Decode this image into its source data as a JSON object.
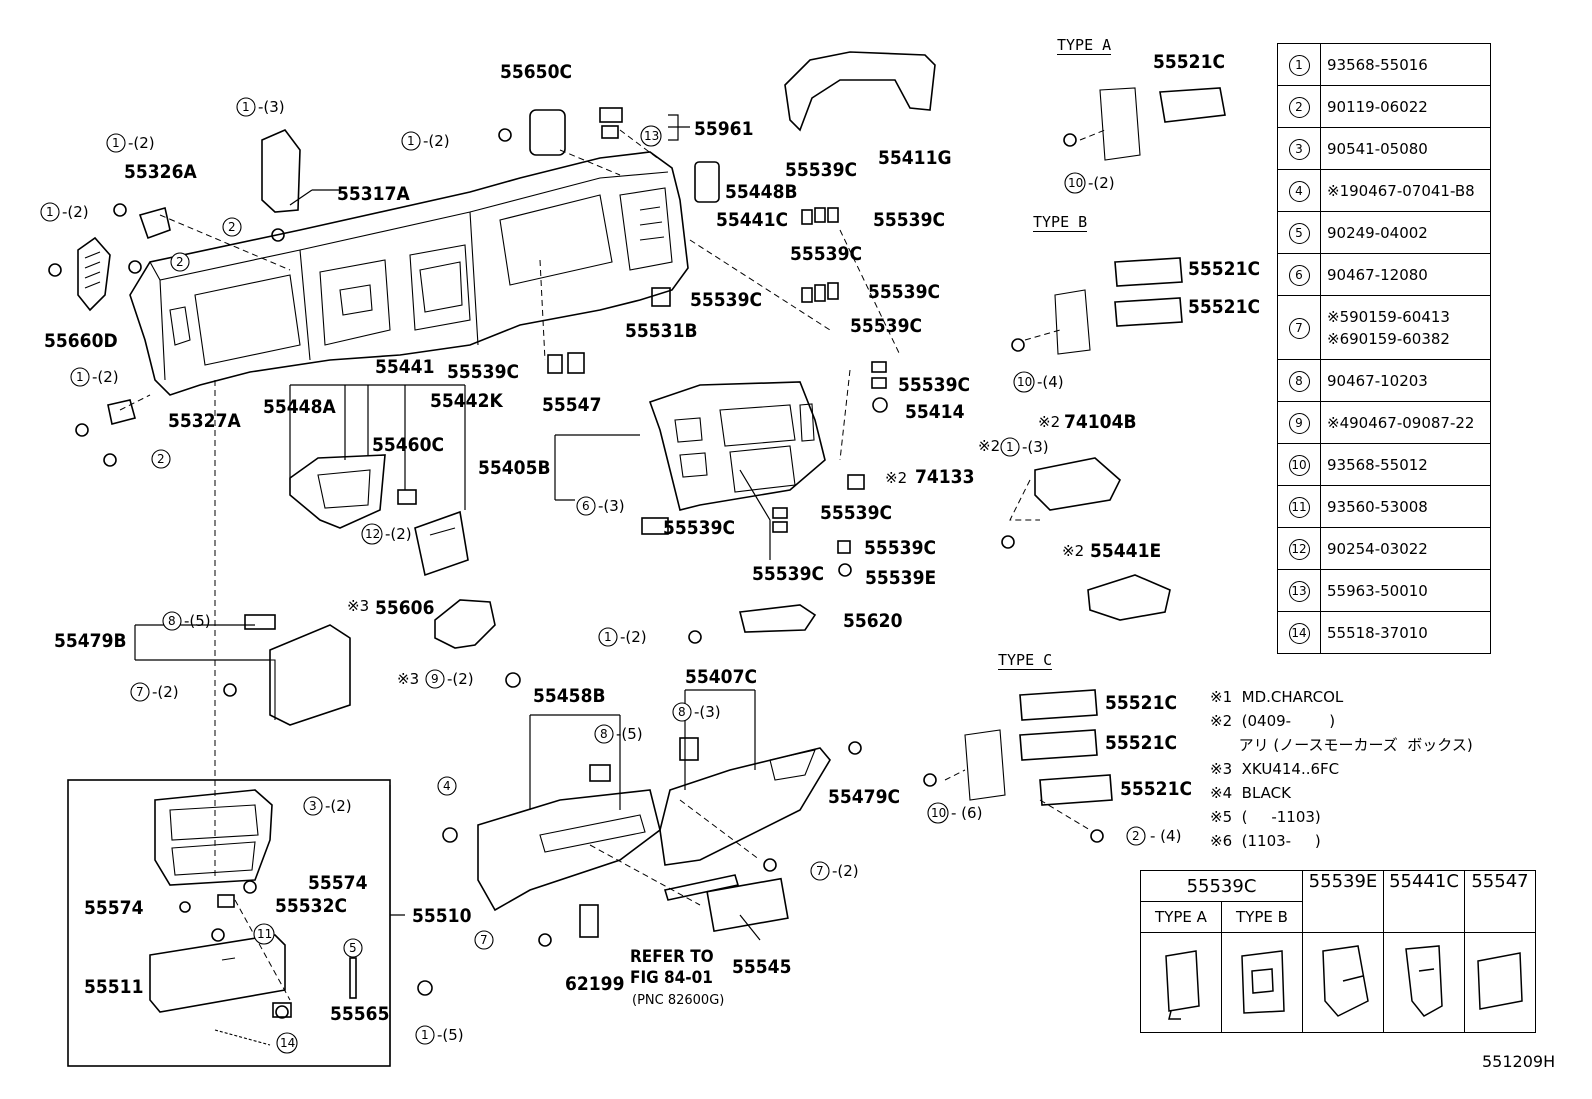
{
  "labels": {
    "p55650C": "55650C",
    "p55961": "55961",
    "p55411G": "55411G",
    "p55448B": "55448B",
    "p55539C_a": "55539C",
    "p55539C_b": "55539C",
    "p55539C_c": "55539C",
    "p55539C_d": "55539C",
    "p55539C_e": "55539C",
    "p55539C_f": "55539C",
    "p55539C_g": "55539C",
    "p55539C_h": "55539C",
    "p55539C_i": "55539C",
    "p55539C_j": "55539C",
    "p55539C_k": "55539C",
    "p55441C": "55441C",
    "p55531B": "55531B",
    "p55414": "55414",
    "p55326A": "55326A",
    "p55317A": "55317A",
    "p55660D": "55660D",
    "p55327A": "55327A",
    "p55441": "55441",
    "p55442K": "55442K",
    "p55448A": "55448A",
    "p55460C": "55460C",
    "p55547": "55547",
    "p55405B": "55405B",
    "p74133": "74133",
    "p55539E": "55539E",
    "p55620": "55620",
    "p55606": "55606",
    "p55479B": "55479B",
    "p55458B": "55458B",
    "p55407C": "55407C",
    "p55479C": "55479C",
    "p55574_a": "55574",
    "p55574_b": "55574",
    "p55532C": "55532C",
    "p55510": "55510",
    "p55511": "55511",
    "p55565": "55565",
    "p62199": "62199",
    "p55545": "55545",
    "p74104B": "74104B",
    "p55441E": "55441E",
    "p55521C_a": "55521C",
    "p55521C_b": "55521C",
    "p55521C_c": "55521C",
    "p55521C_d": "55521C",
    "p55521C_e": "55521C",
    "p55521C_f": "55521C",
    "refer1": "REFER TO",
    "refer2": "FIG 84-01",
    "refer3": "(PNC 82600G)"
  },
  "types": {
    "a": "TYPE A",
    "b": "TYPE B",
    "c": "TYPE C"
  },
  "parts_table": [
    {
      "no": "1",
      "part": "93568-55016"
    },
    {
      "no": "2",
      "part": "90119-06022"
    },
    {
      "no": "3",
      "part": "90541-05080"
    },
    {
      "no": "4",
      "part": "※190467-07041-B8"
    },
    {
      "no": "5",
      "part": "90249-04002"
    },
    {
      "no": "6",
      "part": "90467-12080"
    },
    {
      "no": "7",
      "part": "※590159-60413\n※690159-60382"
    },
    {
      "no": "8",
      "part": "90467-10203"
    },
    {
      "no": "9",
      "part": "※490467-09087-22"
    },
    {
      "no": "10",
      "part": "93568-55012"
    },
    {
      "no": "11",
      "part": "93560-53008"
    },
    {
      "no": "12",
      "part": "90254-03022"
    },
    {
      "no": "13",
      "part": "55963-50010"
    },
    {
      "no": "14",
      "part": "55518-37010"
    }
  ],
  "notes": [
    "※1  MD.CHARCOL",
    "※2  (0409-        )",
    "      アリ (ノースモーカーズ  ボックス)",
    "※3  XKU414..6FC",
    "※4  BLACK",
    "※5  (     -1103)",
    "※6  (1103-     )"
  ],
  "clip_table": {
    "headers": [
      "55539C",
      "55539E",
      "55441C",
      "55547"
    ],
    "subheaders": [
      "TYPE A",
      "TYPE B"
    ]
  },
  "figure_id": "551209H"
}
